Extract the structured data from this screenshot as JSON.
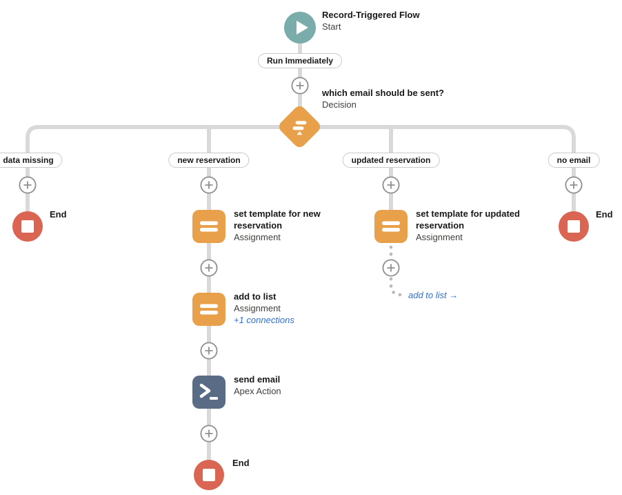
{
  "colors": {
    "start_teal": "#7aacac",
    "logic_orange": "#e8a04a",
    "end_red": "#db6553",
    "apex_navy": "#5a6b85",
    "link_blue": "#2f6fd0",
    "connector_gray": "#d9d9d9"
  },
  "start": {
    "title": "Record-Triggered Flow",
    "subtitle": "Start",
    "badge": "Run Immediately",
    "icon": "play-icon"
  },
  "decision": {
    "title": "which email should be sent?",
    "subtitle": "Decision",
    "icon": "decision-signpost-icon"
  },
  "branches": [
    {
      "label": "data missing"
    },
    {
      "label": "new reservation"
    },
    {
      "label": "updated reservation"
    },
    {
      "label": "no email"
    }
  ],
  "nodes": {
    "end_data_missing": {
      "title": "End"
    },
    "set_template_new": {
      "title": "set template for new reservation",
      "subtitle": "Assignment"
    },
    "add_to_list": {
      "title": "add to list",
      "subtitle": "Assignment",
      "meta": "+1 connections"
    },
    "send_email": {
      "title": "send email",
      "subtitle": "Apex Action"
    },
    "end_new_branch": {
      "title": "End"
    },
    "set_template_updated": {
      "title": "set template for updated reservation",
      "subtitle": "Assignment"
    },
    "goto_add_to_list": {
      "label": "add to list →"
    },
    "end_no_email": {
      "title": "End"
    }
  }
}
